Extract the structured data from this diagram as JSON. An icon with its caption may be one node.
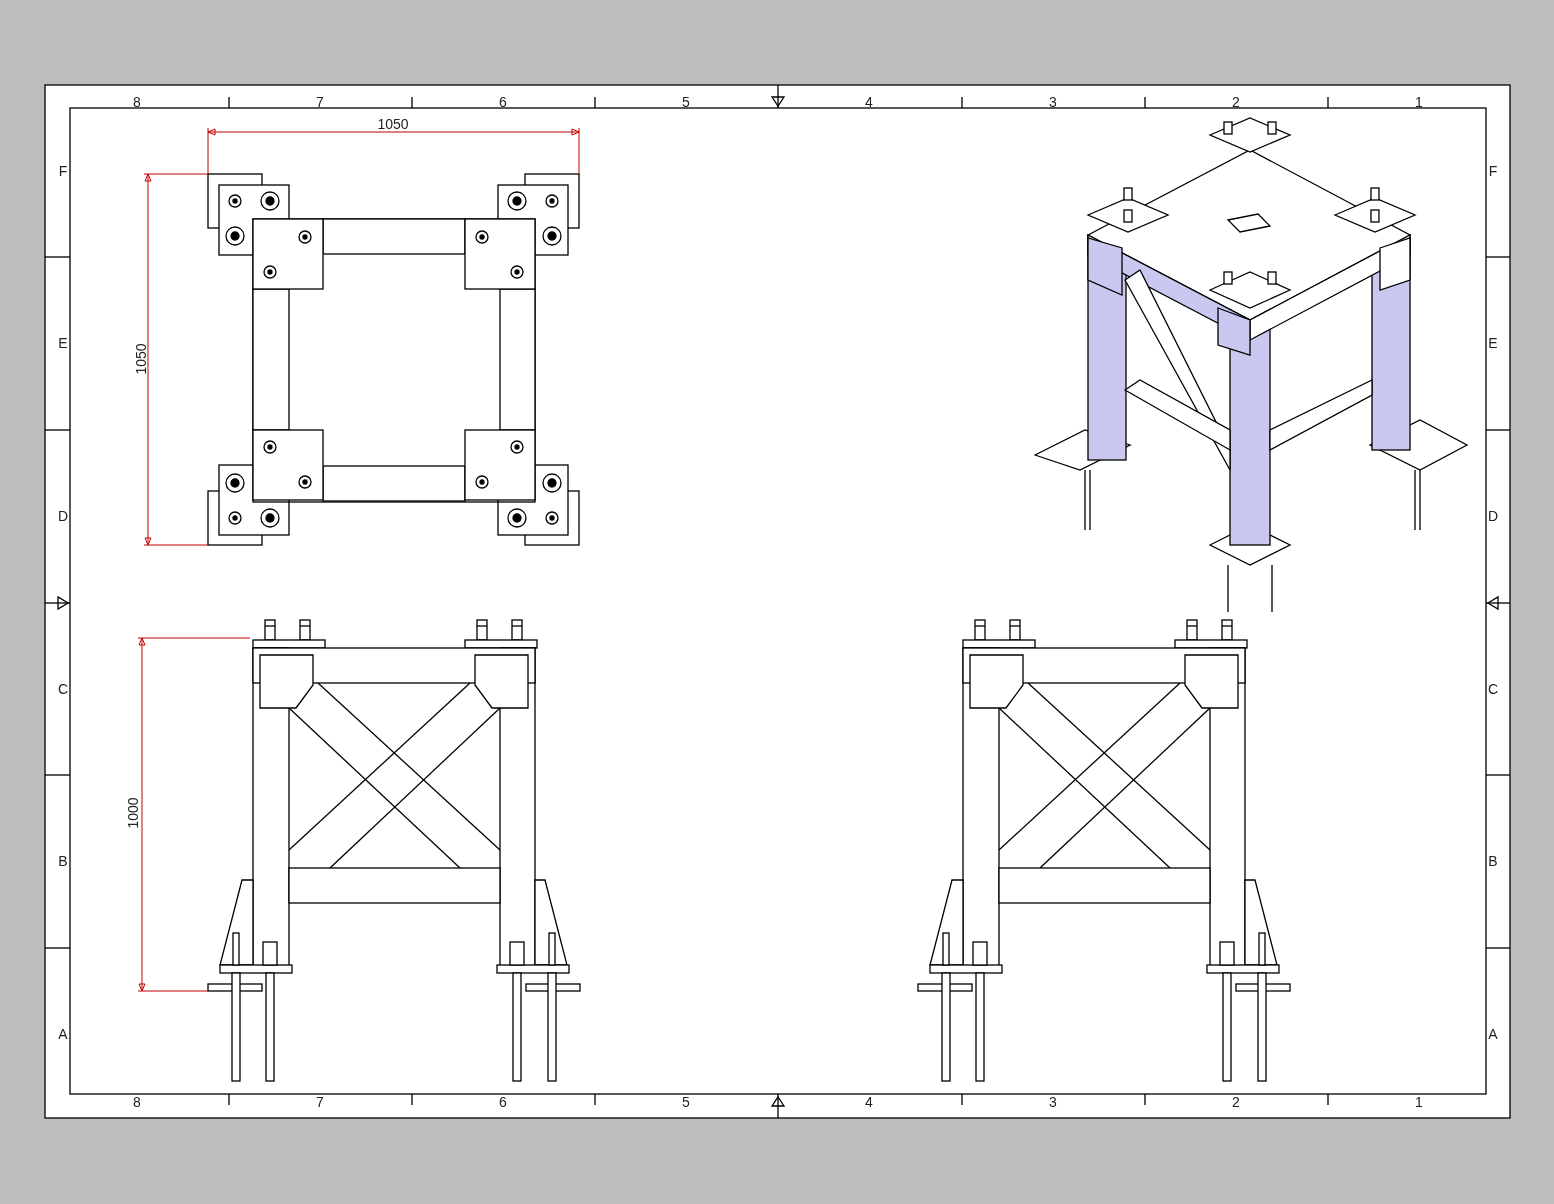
{
  "diagram": {
    "labels": [
      "8",
      "7",
      "6",
      "5",
      "4",
      "3",
      "2",
      "1",
      "1050",
      "F",
      "F",
      "1050",
      "E",
      "E",
      "D",
      "D",
      "C",
      "C",
      "1000",
      "B",
      "B",
      "A",
      "A",
      "8",
      "7",
      "6",
      "5",
      "4",
      "3",
      "2",
      "1"
    ]
  }
}
